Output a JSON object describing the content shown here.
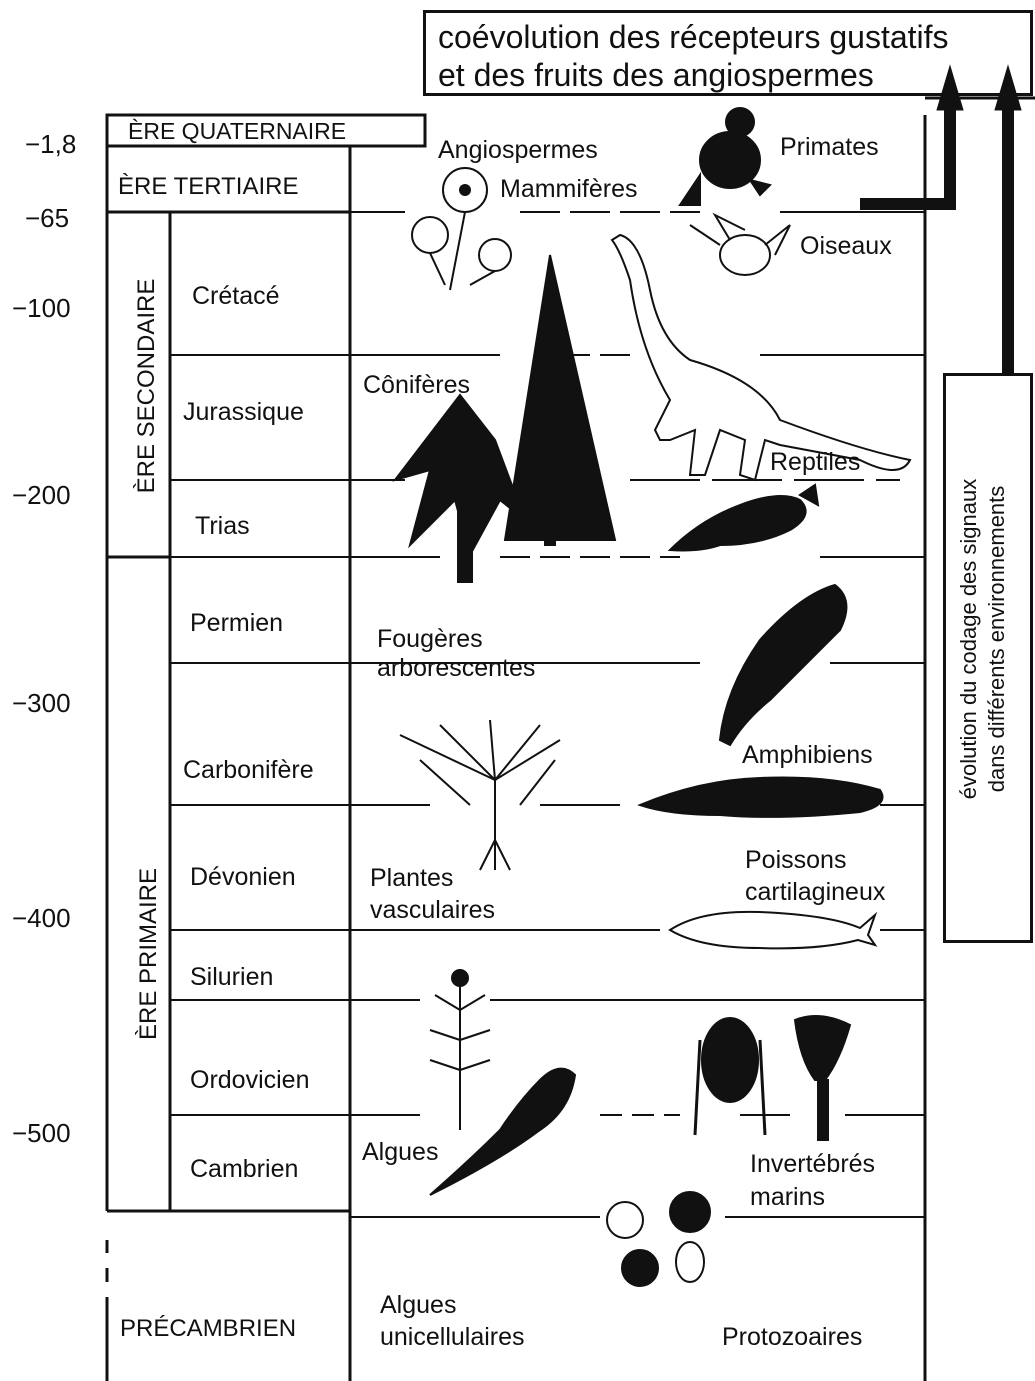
{
  "title": {
    "line1": "coévolution des récepteurs gustatifs",
    "line2": "et des fruits des angiospermes"
  },
  "side_note": {
    "line1": "évolution du codage des signaux",
    "line2": "dans différents environnements"
  },
  "time_labels": [
    "−1,8",
    "−65",
    "−100",
    "−200",
    "−300",
    "−400",
    "−500"
  ],
  "eras": {
    "quaternaire": "ÈRE QUATERNAIRE",
    "tertiaire": "ÈRE TERTIAIRE",
    "secondaire": "ÈRE SECONDAIRE",
    "primaire": "ÈRE PRIMAIRE",
    "precambrien": "PRÉCAMBRIEN"
  },
  "periods": [
    "Crétacé",
    "Jurassique",
    "Trias",
    "Permien",
    "Carbonifère",
    "Dévonien",
    "Silurien",
    "Ordovicien",
    "Cambrien"
  ],
  "organisms": {
    "angiospermes": "Angiospermes",
    "mammiferes": "Mammifères",
    "primates": "Primates",
    "oiseaux": "Oiseaux",
    "coniferes": "Cônifères",
    "reptiles": "Reptiles",
    "fougeres_l1": "Fougères",
    "fougeres_l2": "arborescentes",
    "amphibiens": "Amphibiens",
    "poissons_l1": "Poissons",
    "poissons_l2": "cartilagineux",
    "plantes_l1": "Plantes",
    "plantes_l2": "vasculaires",
    "algues": "Algues",
    "invertebres_l1": "Invertébrés",
    "invertebres_l2": "marins",
    "algues_uni_l1": "Algues",
    "algues_uni_l2": "unicellulaires",
    "protozoaires": "Protozoaires"
  },
  "icons": [
    "flower-icon",
    "primate-icon",
    "bird-icon",
    "conifer-tree-icon",
    "dinosaur-icon",
    "reptile-icon",
    "amphibian-icon",
    "tree-fern-icon",
    "vascular-plant-icon",
    "fish-icon",
    "trilobite-icon",
    "crinoid-icon",
    "alga-icon",
    "protozoa-icon"
  ]
}
